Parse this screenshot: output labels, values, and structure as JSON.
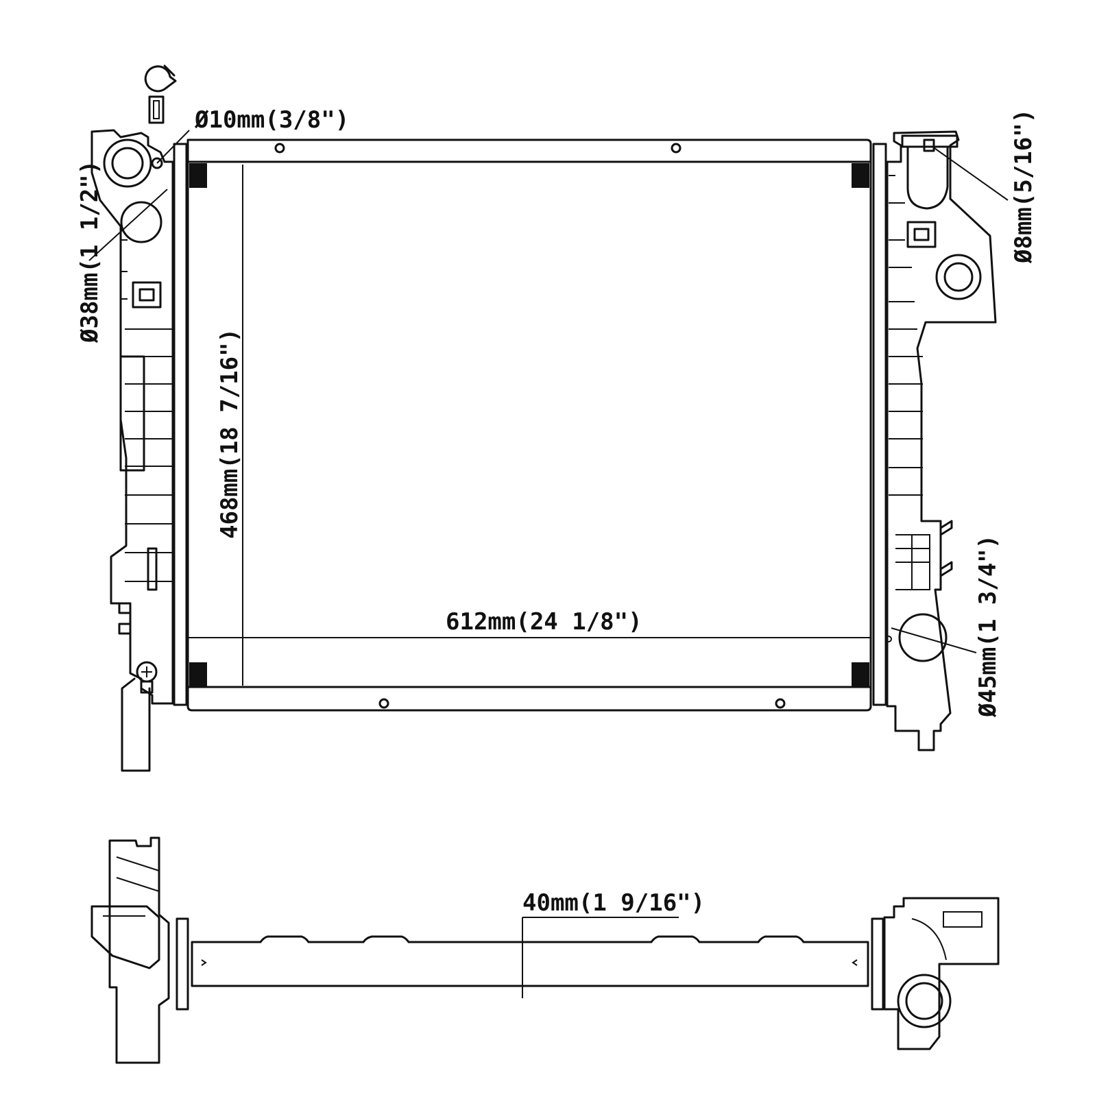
{
  "labels": {
    "hose_small": "Ø10mm(3/8\")",
    "inlet": "Ø38mm(1 1/2\")",
    "height": "468mm(18 7/16\")",
    "width": "612mm(24 1/8\")",
    "drain": "Ø8mm(5/16\")",
    "outlet": "Ø45mm(1 3/4\")",
    "core_depth": "40mm(1 9/16\")"
  }
}
